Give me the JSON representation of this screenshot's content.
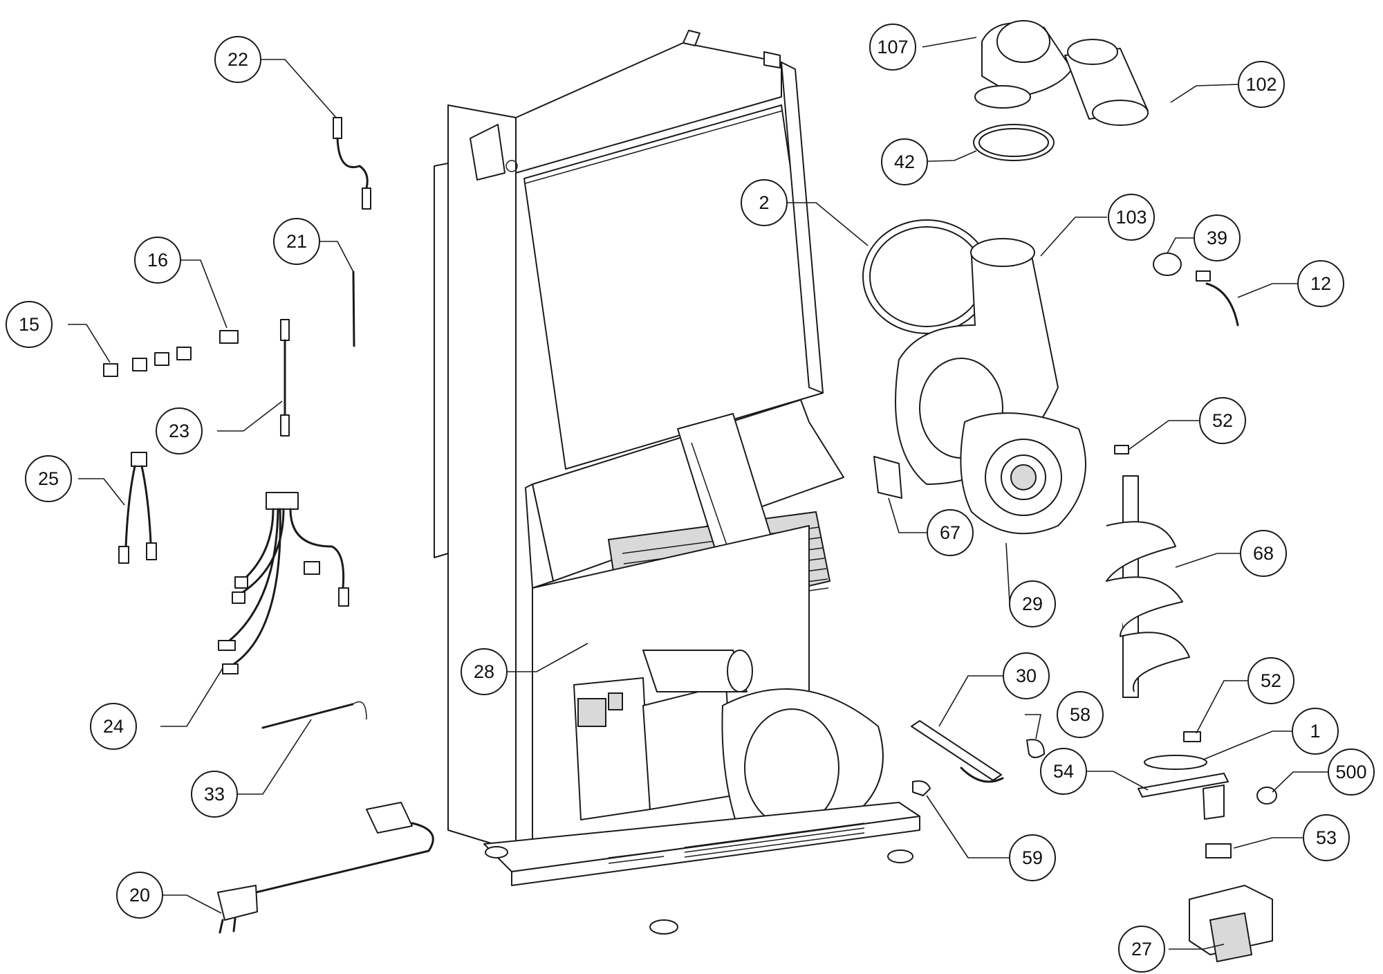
{
  "callouts": [
    {
      "id": "c107",
      "label": "107"
    },
    {
      "id": "c102",
      "label": "102"
    },
    {
      "id": "c42",
      "label": "42"
    },
    {
      "id": "c22",
      "label": "22"
    },
    {
      "id": "c2",
      "label": "2"
    },
    {
      "id": "c103",
      "label": "103"
    },
    {
      "id": "c39",
      "label": "39"
    },
    {
      "id": "c21",
      "label": "21"
    },
    {
      "id": "c16",
      "label": "16"
    },
    {
      "id": "c12",
      "label": "12"
    },
    {
      "id": "c15",
      "label": "15"
    },
    {
      "id": "c52a",
      "label": "52"
    },
    {
      "id": "c23",
      "label": "23"
    },
    {
      "id": "c25",
      "label": "25"
    },
    {
      "id": "c67",
      "label": "67"
    },
    {
      "id": "c68",
      "label": "68"
    },
    {
      "id": "c29",
      "label": "29"
    },
    {
      "id": "c28",
      "label": "28"
    },
    {
      "id": "c30",
      "label": "30"
    },
    {
      "id": "c52b",
      "label": "52"
    },
    {
      "id": "c58",
      "label": "58"
    },
    {
      "id": "c1",
      "label": "1"
    },
    {
      "id": "c24",
      "label": "24"
    },
    {
      "id": "c54",
      "label": "54"
    },
    {
      "id": "c500",
      "label": "500"
    },
    {
      "id": "c33",
      "label": "33"
    },
    {
      "id": "c53",
      "label": "53"
    },
    {
      "id": "c59",
      "label": "59"
    },
    {
      "id": "c20",
      "label": "20"
    },
    {
      "id": "c27",
      "label": "27"
    }
  ]
}
